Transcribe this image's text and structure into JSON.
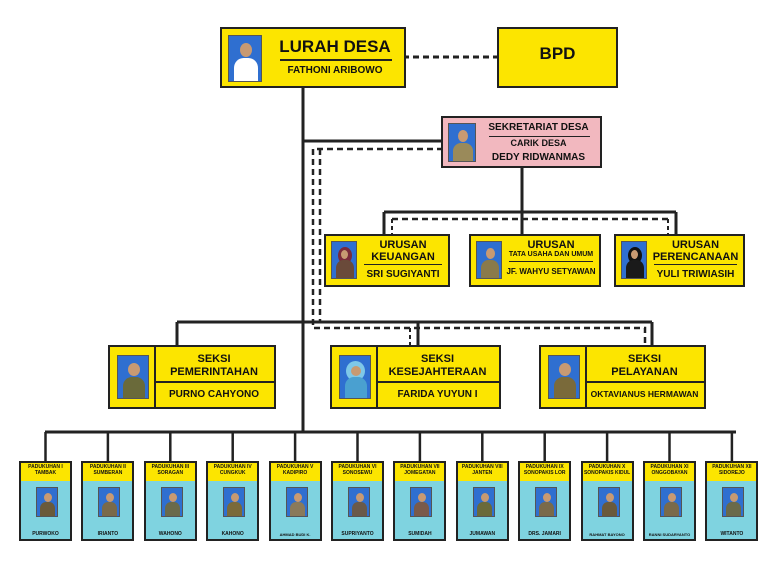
{
  "lurah": {
    "title": "LURAH DESA",
    "name": "FATHONI ARIBOWO"
  },
  "bpd": {
    "label": "BPD"
  },
  "sekretariat": {
    "title": "SEKRETARIAT DESA",
    "role": "CARIK DESA",
    "name": "DEDY RIDWANMAS"
  },
  "urusan": [
    {
      "title_line1": "URUSAN",
      "title_line2": "KEUANGAN",
      "name": "SRI SUGIYANTI"
    },
    {
      "title_line1": "URUSAN",
      "title_line2": "TATA USAHA DAN UMUM",
      "name": "JF. WAHYU SETYAWAN"
    },
    {
      "title_line1": "URUSAN",
      "title_line2": "PERENCANAAN",
      "name": "YULI TRIWIASIH"
    }
  ],
  "seksi": [
    {
      "title_line1": "SEKSI",
      "title_line2": "PEMERINTAHAN",
      "name": "PURNO CAHYONO"
    },
    {
      "title_line1": "SEKSI",
      "title_line2": "KESEJAHTERAAN",
      "name": "FARIDA YUYUN I"
    },
    {
      "title_line1": "SEKSI",
      "title_line2": "PELAYANAN",
      "name": "OKTAVIANUS HERMAWAN"
    }
  ],
  "dukuh": [
    {
      "title_line1": "PADUKUHAN I",
      "title_line2": "TAMBAK",
      "name": "PURWOKO"
    },
    {
      "title_line1": "PADUKUHAN II",
      "title_line2": "SUMBERAN",
      "name": "IRIANTO"
    },
    {
      "title_line1": "PADUKUHAN III",
      "title_line2": "SORAGAN",
      "name": "WAHONO"
    },
    {
      "title_line1": "PADUKUHAN IV",
      "title_line2": "CUNGKUK",
      "name": "KAHONO"
    },
    {
      "title_line1": "PADUKUHAN V",
      "title_line2": "KADIPIRO",
      "name": "AHMAD BUDI K."
    },
    {
      "title_line1": "PADUKUHAN VI",
      "title_line2": "SONOSEWU",
      "name": "SUPRIYANTO"
    },
    {
      "title_line1": "PADUKUHAN VII",
      "title_line2": "JOMEGATAN",
      "name": "SUMIDAH"
    },
    {
      "title_line1": "PADUKUHAN VIII",
      "title_line2": "JANTEN",
      "name": "JUMAWAN"
    },
    {
      "title_line1": "PADUKUHAN IX",
      "title_line2": "SONOPAKIS LOR",
      "name": "DRS. JAMARI"
    },
    {
      "title_line1": "PADUKUHAN X",
      "title_line2": "SONOPAKIS KIDUL",
      "name": "RAHMAT BAYONO"
    },
    {
      "title_line1": "PADUKUHAN XI",
      "title_line2": "ONGGOBAYAN",
      "name": "RANNI SUDARYANTO"
    },
    {
      "title_line1": "PADUKUHAN XII",
      "title_line2": "SIDOREJO",
      "name": "WITANTO"
    }
  ],
  "colors": {
    "yellow": "#fce500",
    "pink": "#f2b8bf",
    "cyan": "#7fd3e0",
    "line": "#222222"
  }
}
